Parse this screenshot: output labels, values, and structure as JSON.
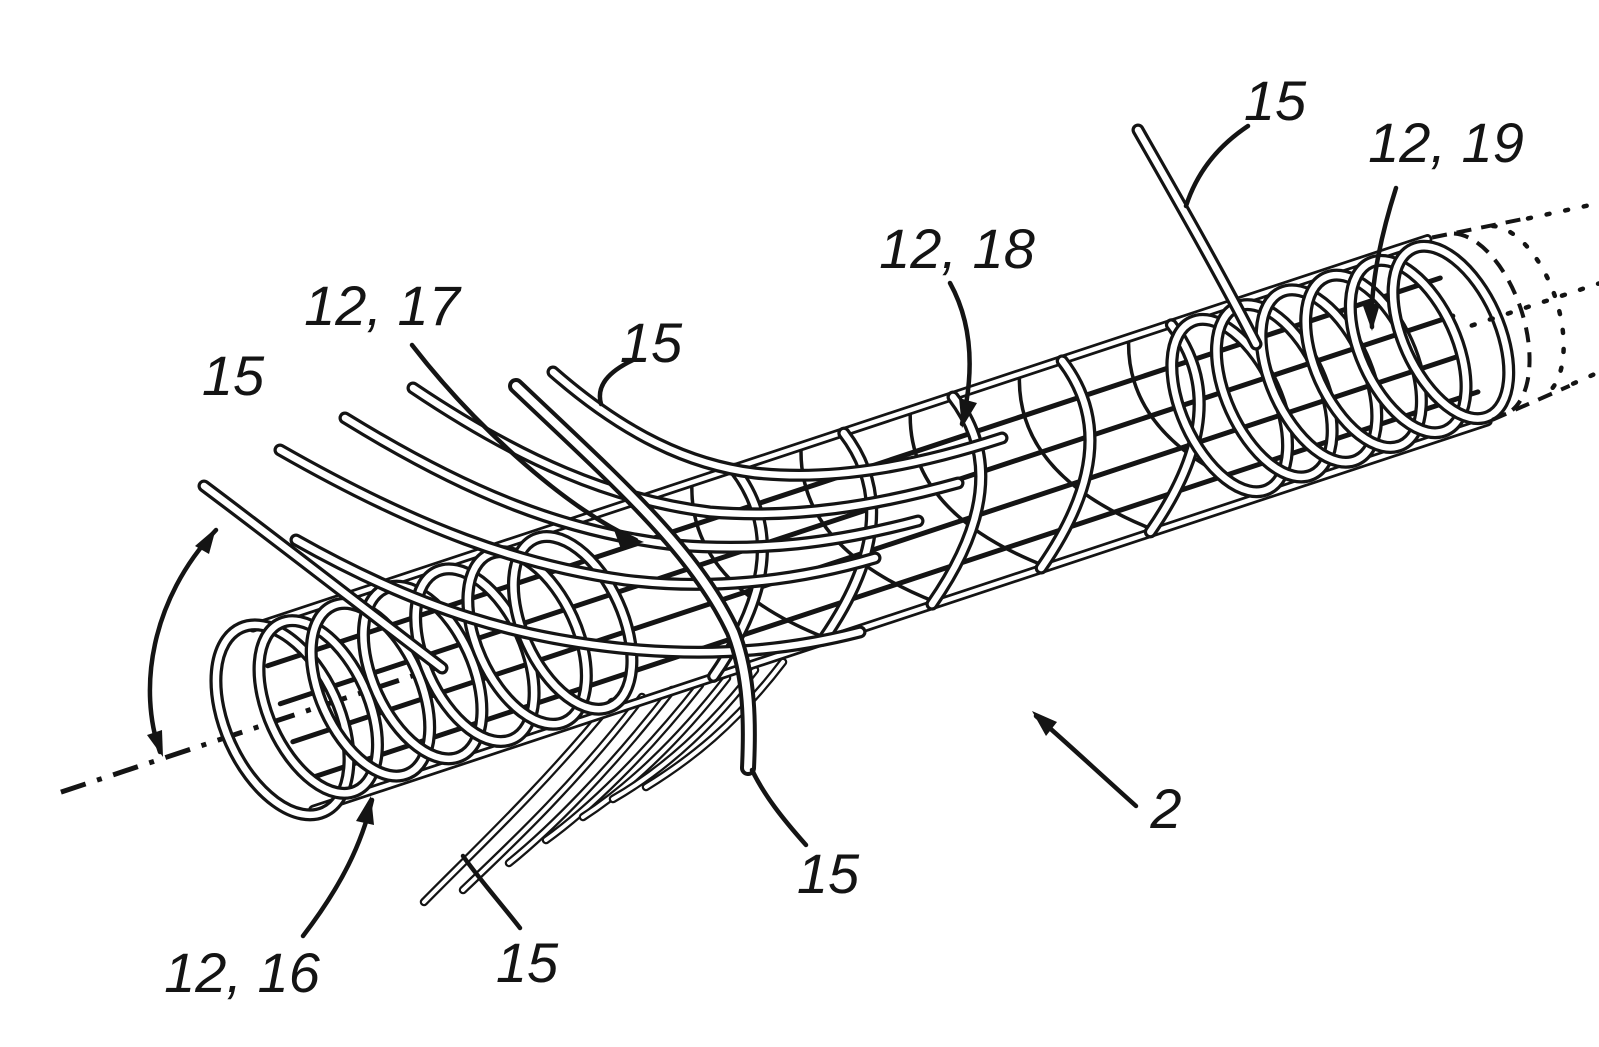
{
  "figure": {
    "kind": "patent-line-drawing",
    "description": "Elongate tubular device (2) with helically coiled filament sections (12,16 and 12,19), braided filament sections (12,17 and 12,18), free filament ends (15), a dash-dot central axis and a dashed distal continuation",
    "background_color": "#ffffff",
    "line_color": "#141414",
    "labels": [
      {
        "id": "ref-15-upper-left",
        "text": "15"
      },
      {
        "id": "ref-12-17",
        "text": "12, 17"
      },
      {
        "id": "ref-15-middle",
        "text": "15"
      },
      {
        "id": "ref-15-top",
        "text": "15"
      },
      {
        "id": "ref-12-18",
        "text": "12, 18"
      },
      {
        "id": "ref-12-19",
        "text": "12, 19"
      },
      {
        "id": "ref-12-16",
        "text": "12, 16"
      },
      {
        "id": "ref-15-bottom-left",
        "text": "15"
      },
      {
        "id": "ref-15-bottom-right",
        "text": "15"
      },
      {
        "id": "ref-2",
        "text": "2"
      }
    ]
  }
}
